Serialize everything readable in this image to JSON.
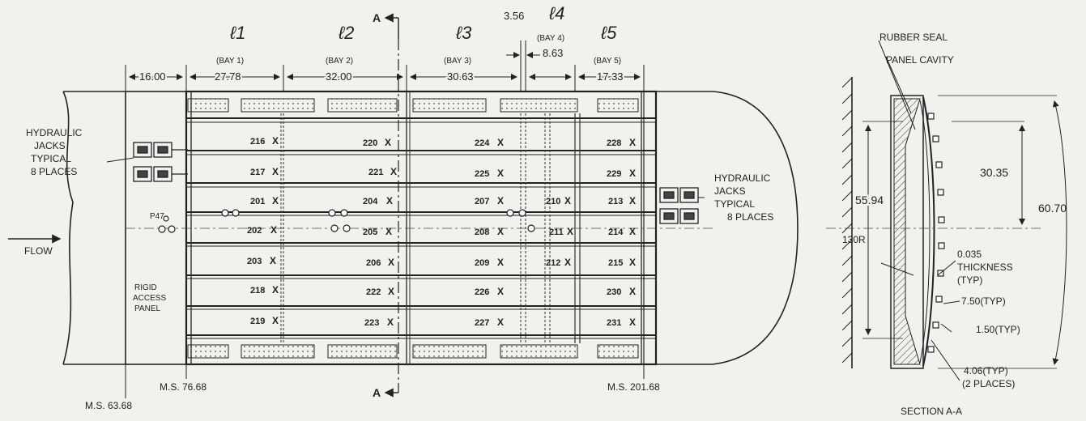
{
  "bays": {
    "l1": "ℓ1",
    "l2": "ℓ2",
    "l3": "ℓ3",
    "l4": "ℓ4",
    "l5": "ℓ5",
    "b1": "(BAY 1)",
    "b2": "(BAY 2)",
    "b3": "(BAY 3)",
    "b4": "(BAY 4)",
    "b5": "(BAY 5)"
  },
  "dims": {
    "d16": "16.00",
    "d1": "27.78",
    "d2": "32.00",
    "d3": "30.63",
    "d4": "8.63",
    "d356": "3.56",
    "d5": "17.33"
  },
  "section_marker": "A",
  "left_jacks": [
    "HYDRAULIC",
    "JACKS",
    "TYPICAL",
    "8 PLACES"
  ],
  "right_jacks": [
    "HYDRAULIC",
    "JACKS",
    "TYPICAL",
    "8 PLACES"
  ],
  "flow": "FLOW",
  "rigid": [
    "RIGID",
    "ACCESS",
    "PANEL"
  ],
  "p47": "P47",
  "stations": {
    "ms1": "M.S. 63.68",
    "ms2": "M.S. 76.68",
    "ms3": "M.S. 201.68"
  },
  "gauges": {
    "c1": [
      "216",
      "217",
      "201",
      "202",
      "203",
      "218",
      "219"
    ],
    "c2": [
      "220",
      "221",
      "204",
      "205",
      "206",
      "222",
      "223"
    ],
    "c3": [
      "224",
      "225",
      "207",
      "208",
      "209",
      "226",
      "227"
    ],
    "c4": [
      "210",
      "211",
      "212"
    ],
    "c5": [
      "228",
      "229",
      "213",
      "214",
      "215",
      "230",
      "231"
    ]
  },
  "section": {
    "rubber": "RUBBER SEAL",
    "cavity": "PANEL CAVITY",
    "d6070": "60.70",
    "d3035": "30.35",
    "d5594": "55.94",
    "r130": "130R",
    "thick": [
      "0.035",
      "THICKNESS",
      "(TYP)"
    ],
    "d750": "7.50(TYP)",
    "d150": "1.50(TYP)",
    "d406": [
      "4.06(TYP)",
      "(2 PLACES)"
    ],
    "title": "SECTION A-A"
  }
}
